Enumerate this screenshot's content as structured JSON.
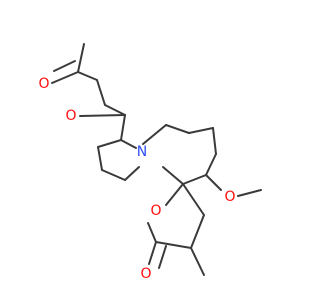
{
  "structure": {
    "atoms": {
      "o_carbonyl_top": {
        "text": "O",
        "color": "#ff0d0d"
      },
      "o_ring_top": {
        "text": "O",
        "color": "#ff0d0d"
      },
      "n_ring": {
        "text": "N",
        "color": "#3050f8"
      },
      "o_methoxy": {
        "text": "O",
        "color": "#ff0d0d"
      },
      "o_ring_bottom": {
        "text": "O",
        "color": "#ff0d0d"
      },
      "o_carbonyl_bottom": {
        "text": "O",
        "color": "#ff0d0d"
      }
    },
    "bond_color": "#3a3a3a"
  }
}
